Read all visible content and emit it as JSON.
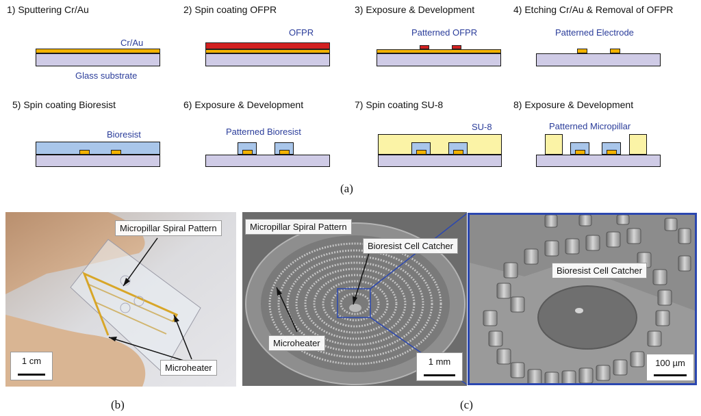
{
  "steps": [
    {
      "title": "1) Sputtering Cr/Au",
      "labels": [
        "Cr/Au",
        "Glass substrate"
      ]
    },
    {
      "title": "2) Spin coating OFPR",
      "labels": [
        "OFPR"
      ]
    },
    {
      "title": "3) Exposure & Development",
      "labels": [
        "Patterned OFPR"
      ]
    },
    {
      "title": "4) Etching Cr/Au & Removal of OFPR",
      "labels": [
        "Patterned Electrode"
      ]
    },
    {
      "title": "5) Spin coating Bioresist",
      "labels": [
        "Bioresist"
      ]
    },
    {
      "title": "6) Exposure & Development",
      "labels": [
        "Patterned Bioresist"
      ]
    },
    {
      "title": "7) Spin coating SU-8",
      "labels": [
        "SU-8"
      ]
    },
    {
      "title": "8) Exposure & Development",
      "labels": [
        "Patterned Micropillar"
      ]
    }
  ],
  "captions": {
    "a": "(a)",
    "b": "(b)",
    "c": "(c)"
  },
  "photo_b": {
    "tags": {
      "spiral": "Micropillar Spiral Pattern",
      "heater": "Microheater"
    },
    "scale": "1 cm"
  },
  "photo_c1": {
    "tags": {
      "spiral": "Micropillar Spiral Pattern",
      "catcher": "Bioresist Cell Catcher",
      "heater": "Microheater"
    },
    "scale": "1 mm"
  },
  "photo_c2": {
    "tags": {
      "catcher": "Bioresist Cell Catcher"
    },
    "scale": "100 µm"
  },
  "colors": {
    "substrate": "#cfcbe6",
    "gold": "#f2b200",
    "ofpr": "#d22020",
    "bioresist": "#a9c6ea",
    "su8": "#fbf3a6",
    "label": "#2a3c9a",
    "zoom_frame": "#2b47b0"
  }
}
